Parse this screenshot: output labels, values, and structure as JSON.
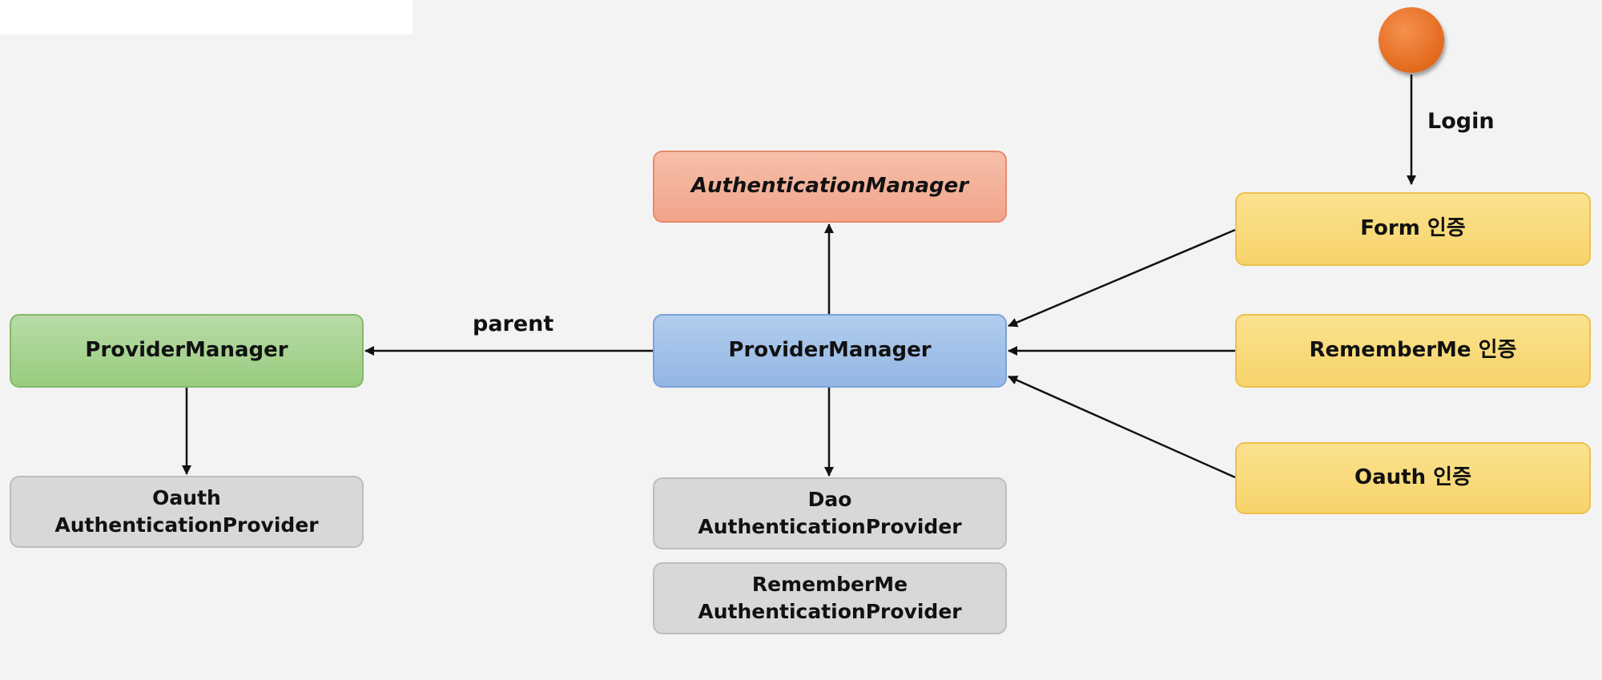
{
  "nodes": {
    "pm_parent": {
      "label": "ProviderManager"
    },
    "oauth_provider": {
      "line1": "Oauth",
      "line2": "AuthenticationProvider"
    },
    "auth_manager": {
      "label": "AuthenticationManager"
    },
    "pm_main": {
      "label": "ProviderManager"
    },
    "dao_provider": {
      "line1": "Dao",
      "line2": "AuthenticationProvider"
    },
    "rememberme_provider": {
      "line1": "RememberMe",
      "line2": "AuthenticationProvider"
    },
    "form_auth": {
      "label": "Form 인증"
    },
    "rememberme_auth": {
      "label": "RememberMe 인증"
    },
    "oauth_auth": {
      "label": "Oauth 인증"
    }
  },
  "edges": {
    "parent_label": "parent",
    "login_label": "Login"
  },
  "colors": {
    "green": "#99cc80",
    "blue": "#93b6e3",
    "orange": "#f1a48a",
    "yellow": "#f7d36a",
    "grey": "#d8d8d8",
    "actor": "#e26a1c"
  }
}
